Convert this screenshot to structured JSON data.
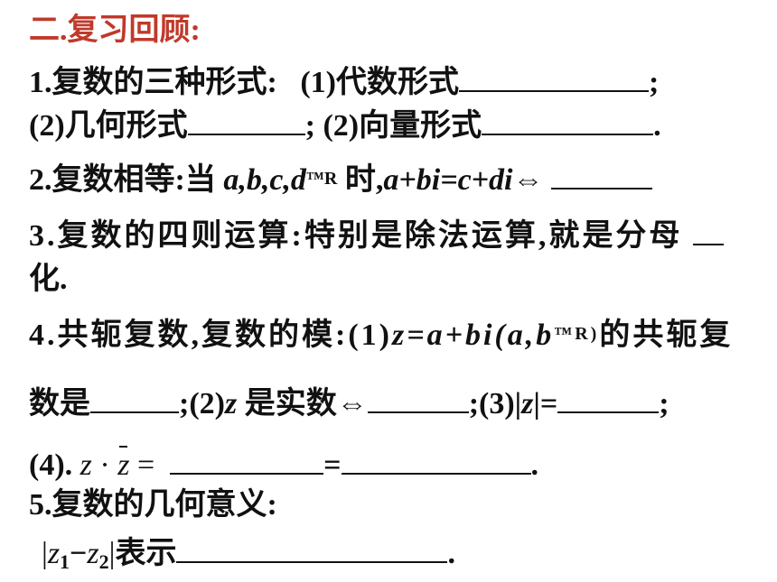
{
  "title": "二.复习回顾:",
  "l1": {
    "a": "1.复数的三种形式:",
    "b": "(1)代数形式",
    "end": ";"
  },
  "l2": {
    "a": "(2)几何形式",
    "sep": ";",
    "b": "(2)向量形式",
    "end": "."
  },
  "l3": {
    "a": "2.复数相等:当",
    "vars": "a,b,c,d",
    "tm": "™R",
    "b": "时,",
    "eq": "a+bi=c+di⇔"
  },
  "l4": {
    "text": "3.复数的四则运算:特别是除法运算,就是分母"
  },
  "l5": {
    "text": "化."
  },
  "l6": {
    "a": "4.共轭复数,复数的模:(1)",
    "z": "z",
    "eq": "=a+bi(a,b",
    "tm": "™R)",
    "b": "的共轭复"
  },
  "l7": {
    "a": "数是",
    "b": ";(2)",
    "z": "z",
    "c": "是实数⇔",
    "d": ";(3)|",
    "z2": "z",
    "e": "|=",
    "end": ";"
  },
  "l8": {
    "a": "(4).",
    "z": "z",
    "dot": "·",
    "zbar": "z",
    "eq": "=",
    "eq2": "=",
    "end": "."
  },
  "l9": {
    "text": "5.复数的几何意义:"
  },
  "l10": {
    "bar1": "|",
    "z1": "z",
    "s1": "1",
    "minus": "−",
    "z2": "z",
    "s2": "2",
    "bar2": "|",
    "a": "表示",
    "end": "."
  }
}
